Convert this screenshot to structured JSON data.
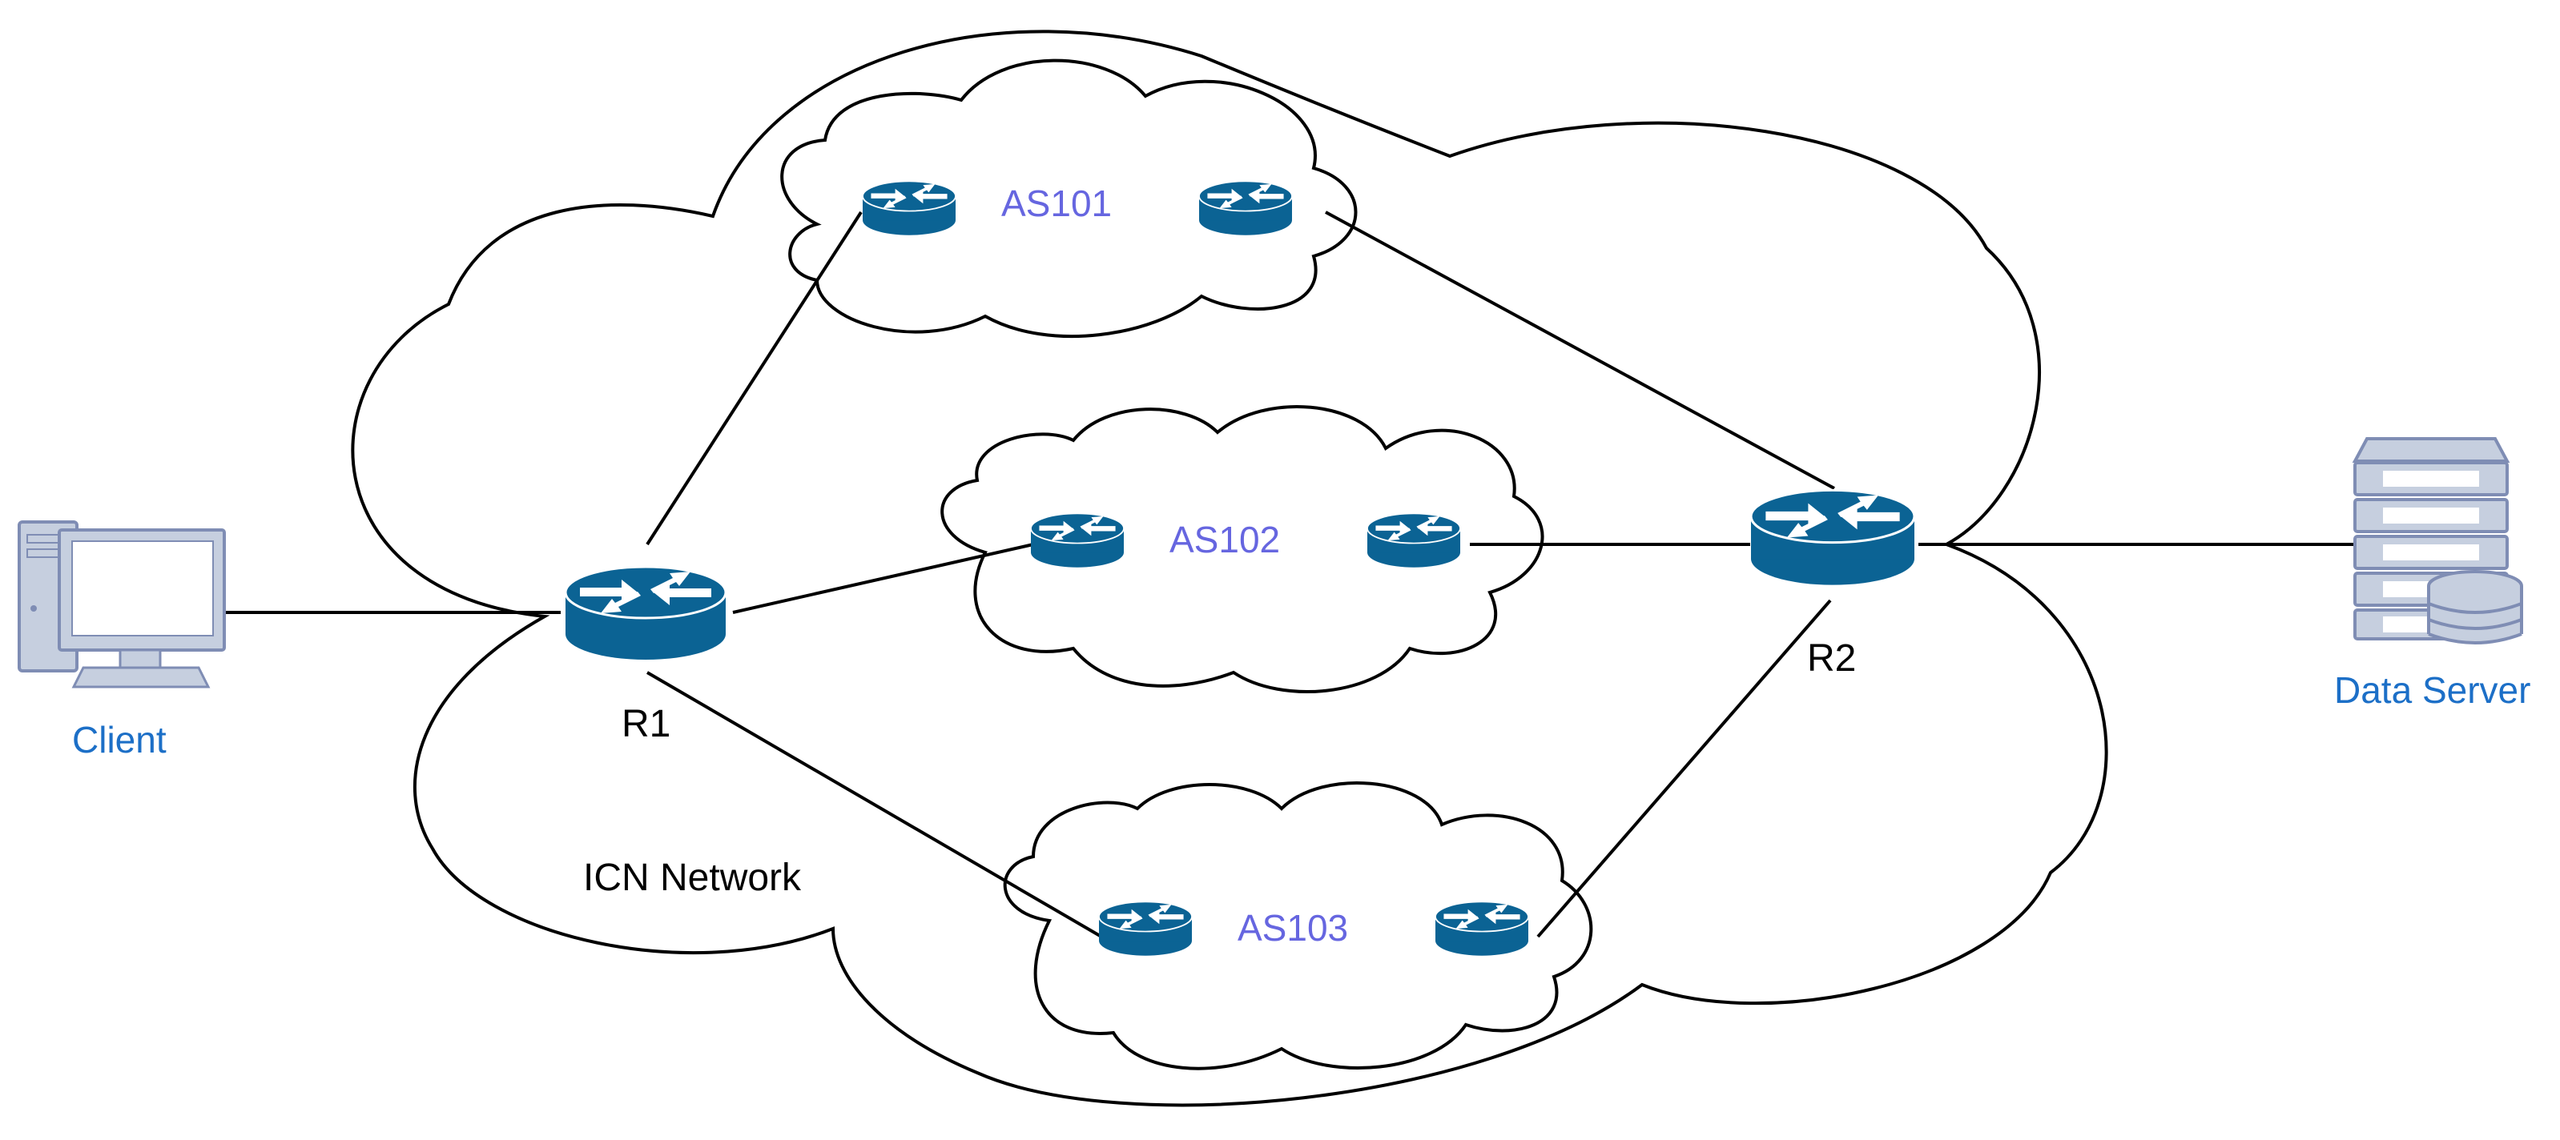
{
  "labels": {
    "network": "ICN Network",
    "client": "Client",
    "server": "Data Server",
    "r1": "R1",
    "r2": "R2",
    "as101": "AS101",
    "as102": "AS102",
    "as103": "AS103"
  },
  "colors": {
    "router": "#0b6394",
    "router_arrow": "#ffffff",
    "as_label": "#6666e0",
    "device_label": "#1c6fc7",
    "device_body": "#c6cfdf",
    "device_stroke": "#7f8db4",
    "screen": "#ffffff"
  },
  "icons": {
    "router": "router-icon",
    "client": "desktop-computer-icon",
    "server": "server-rack-database-icon"
  }
}
